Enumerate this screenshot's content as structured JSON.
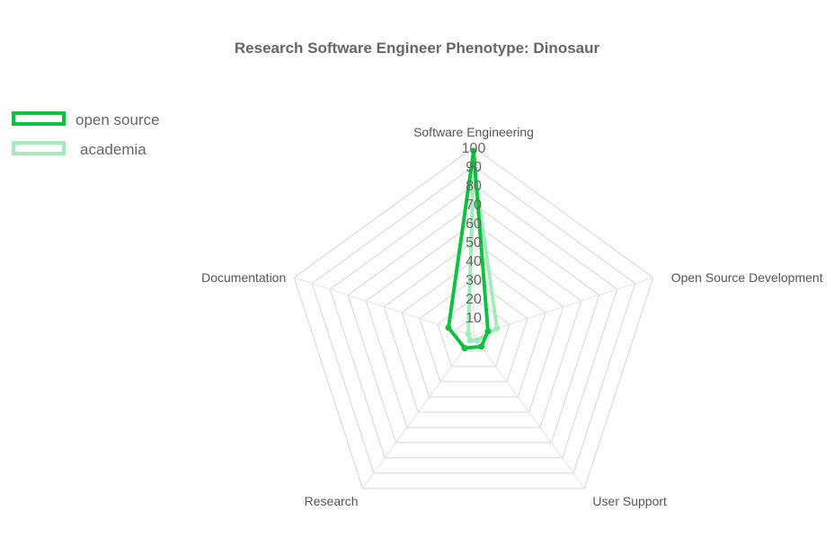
{
  "title": "Research Software Engineer Phenotype: Dinosaur",
  "chart_data": {
    "type": "radar",
    "title": "Research Software Engineer Phenotype: Dinosaur",
    "axes": [
      "Software Engineering",
      "Open Source Development",
      "User Support",
      "Research",
      "Documentation"
    ],
    "ticks": [
      "10",
      "20",
      "30",
      "40",
      "50",
      "60",
      "70",
      "80",
      "90",
      "100"
    ],
    "rmax": 100,
    "legend_position": "top-left",
    "series": [
      {
        "name": "open source",
        "values": [
          98,
          8,
          7,
          8,
          14
        ],
        "color": "#0fc13e"
      },
      {
        "name": "academia",
        "values": [
          91,
          13,
          3,
          3,
          3
        ],
        "color": "#a3ebbb"
      }
    ]
  },
  "legend": [
    {
      "name": "open source",
      "color": "#0fc13e"
    },
    {
      "name": "academia",
      "color": "#a3ebbb"
    }
  ]
}
